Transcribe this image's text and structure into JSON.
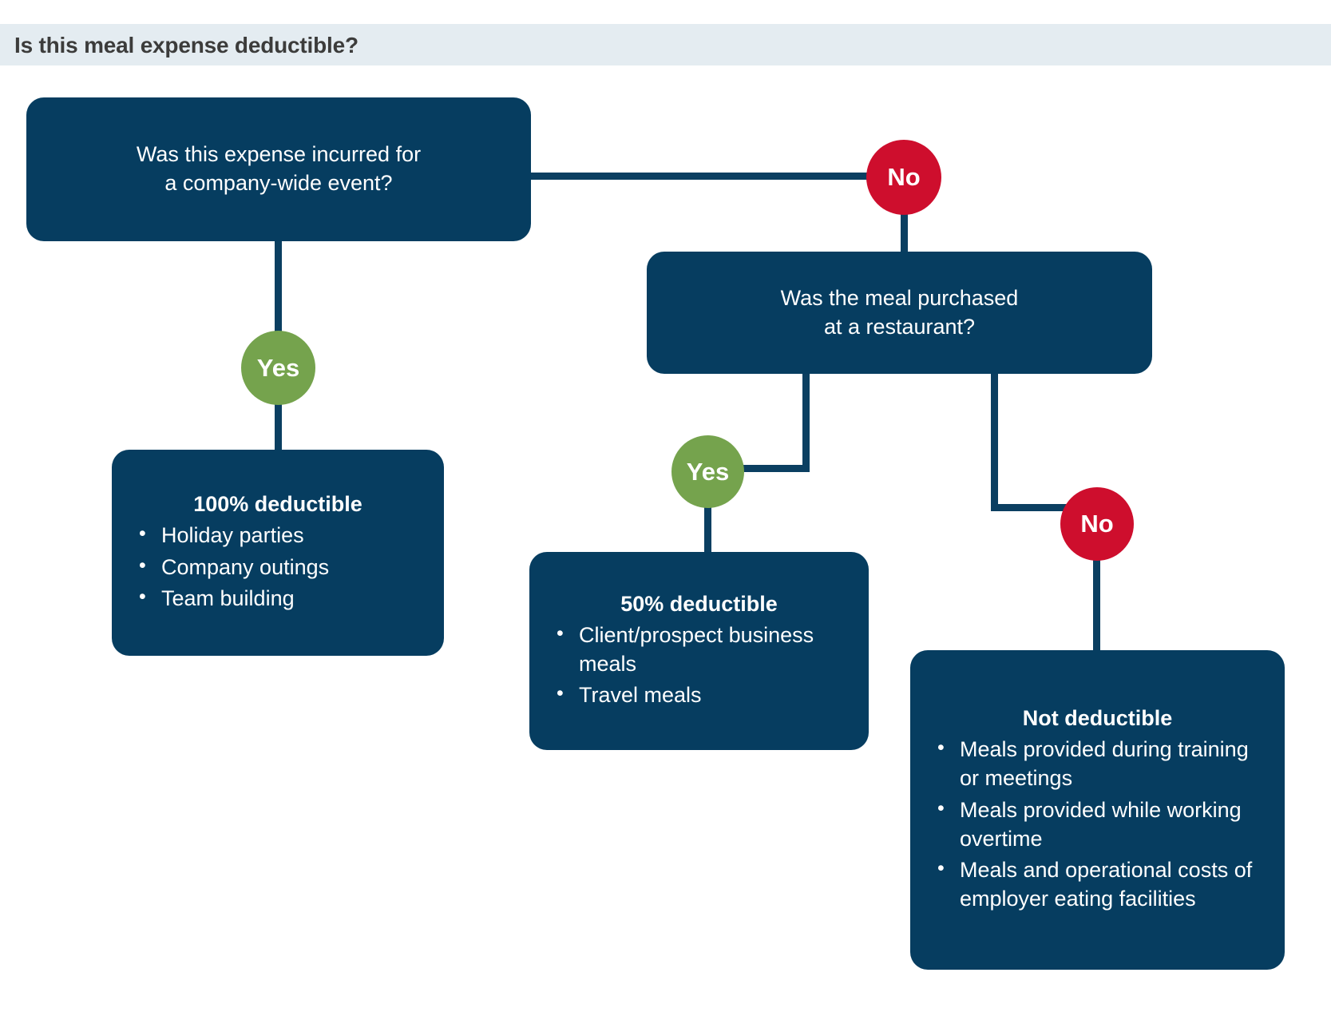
{
  "header": {
    "title": "Is this meal expense deductible?"
  },
  "colors": {
    "header_band": "#e4ecf1",
    "header_text": "#3c3c3b",
    "node_fill": "#063d60",
    "connector": "#0b3f61",
    "yes_badge": "#75a34d",
    "no_badge": "#ce0e2d",
    "node_text": "#ffffff"
  },
  "nodes": {
    "q1": {
      "type": "question",
      "text": "Was this expense incurred for a company-wide event?",
      "line1": "Was this expense incurred for",
      "line2": "a company-wide event?"
    },
    "q2": {
      "type": "question",
      "text": "Was the meal purchased at a restaurant?",
      "line1": "Was the meal purchased",
      "line2": "at a restaurant?"
    },
    "o1": {
      "type": "outcome",
      "title": "100% deductible",
      "items": [
        "Holiday parties",
        "Company outings",
        "Team building"
      ]
    },
    "o2": {
      "type": "outcome",
      "title": "50% deductible",
      "items": [
        "Client/prospect business meals",
        "Travel meals"
      ]
    },
    "o3": {
      "type": "outcome",
      "title": "Not deductible",
      "items": [
        "Meals provided during training or meetings",
        "Meals provided while working overtime",
        "Meals and operational costs of employer eating facilities"
      ]
    }
  },
  "badges": {
    "q1_no": "No",
    "q1_yes": "Yes",
    "q2_yes": "Yes",
    "q2_no": "No"
  },
  "edges": [
    {
      "from": "q1",
      "to": "q2",
      "label": "No"
    },
    {
      "from": "q1",
      "to": "o1",
      "label": "Yes"
    },
    {
      "from": "q2",
      "to": "o2",
      "label": "Yes"
    },
    {
      "from": "q2",
      "to": "o3",
      "label": "No"
    }
  ]
}
